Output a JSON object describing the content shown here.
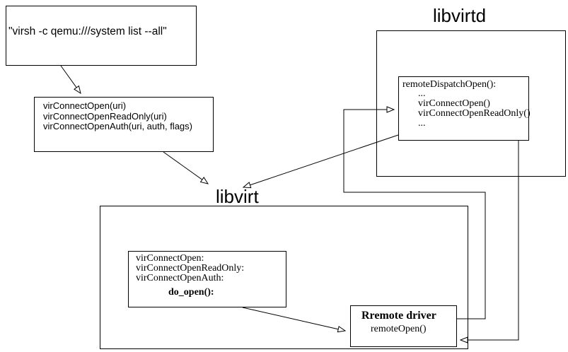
{
  "virsh_box": {
    "text": "\"virsh -c qemu:///system list --all\""
  },
  "connect_box": {
    "lines": [
      "virConnectOpen(uri)",
      "virConnectOpenReadOnly(uri)",
      "virConnectOpenAuth(uri, auth, flags)"
    ]
  },
  "libvirtd_section": {
    "label": "libvirtd"
  },
  "dispatch_box": {
    "title": "remoteDispatchOpen():",
    "body": [
      "...",
      "virConnectOpen()",
      "virConnectOpenReadOnly()",
      "..."
    ]
  },
  "libvirt_section": {
    "label": "libvirt"
  },
  "entry_box": {
    "lines": [
      "virConnectOpen:",
      "virConnectOpenReadOnly:",
      "virConnectOpenAuth:"
    ],
    "call": "do_open():"
  },
  "remote_driver_box": {
    "title": "Rremote driver",
    "call": "remoteOpen()"
  },
  "colors": {
    "line": "#000000",
    "background": "#ffffff"
  }
}
